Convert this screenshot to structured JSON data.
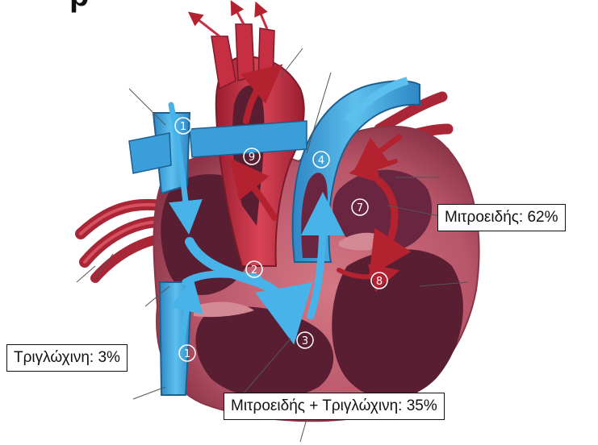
{
  "title_fragment": "p",
  "callouts": {
    "mitral": "Μιτροειδής: 62%",
    "tricuspid": "Τριγλώχινη: 3%",
    "both": "Μιτροειδής + Τριγλώχινη: 35%"
  },
  "flow_markers": [
    "1",
    "1",
    "2",
    "3",
    "4",
    "7",
    "8",
    "9"
  ],
  "colors": {
    "muscle": "#c0606e",
    "muscle_dark": "#7a2a3c",
    "chamber": "#5a1e33",
    "aorta_red": "#c62e42",
    "vein_blue": "#3a9fd8",
    "arrow_blue": "#47b3e8",
    "arrow_red": "#b5222f"
  }
}
